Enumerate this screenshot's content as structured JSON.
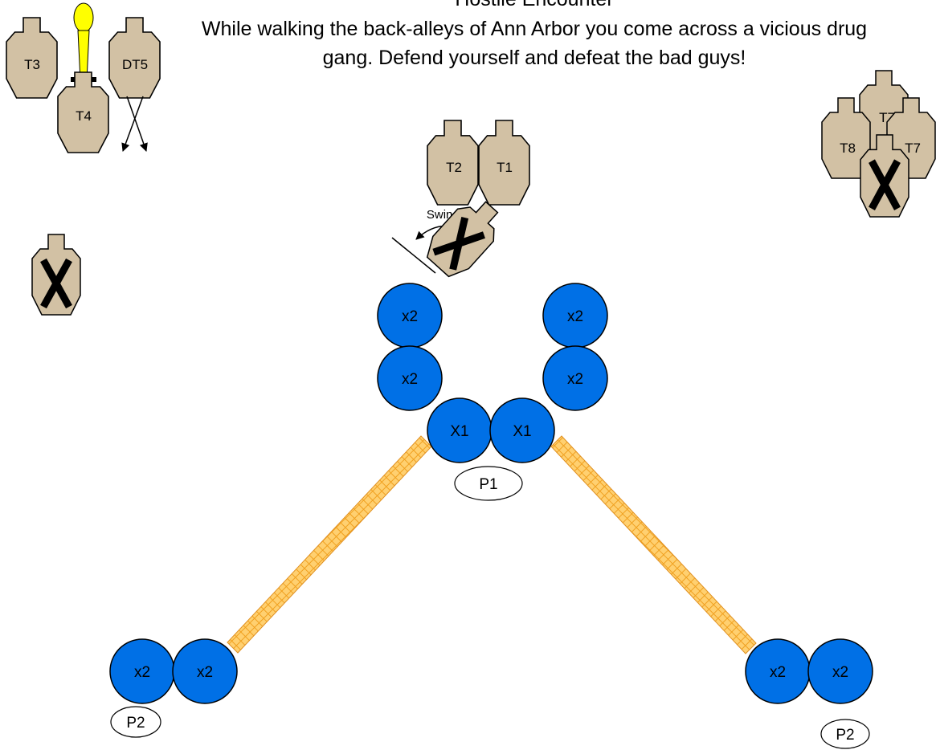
{
  "stage": {
    "title": "Hostile Encounter",
    "description": "While walking the back-alleys of Ann Arbor you come across a vicious drug gang. Defend yourself and defeat the bad guys!"
  },
  "colors": {
    "target_fill": "#d2c1a4",
    "target_stroke": "#000000",
    "barrel_fill": "#0070e6",
    "fault_line_fill": "#ffd070",
    "fault_line_hatch": "#f0a020",
    "popper_fill": "#ffff00"
  },
  "targets": {
    "t1": "T1",
    "t2": "T2",
    "t3": "T3",
    "t4": "T4",
    "dt5": "DT5",
    "t7_back": "T7",
    "t7_right": "T7",
    "t8": "T8"
  },
  "swinger_label": "Swinger",
  "barrels": {
    "left_top": "x2",
    "left_mid": "x2",
    "right_top": "x2",
    "right_mid": "x2",
    "center_left": "X1",
    "center_right": "X1",
    "bottom_left_a": "x2",
    "bottom_left_b": "x2",
    "bottom_right_a": "x2",
    "bottom_right_b": "x2"
  },
  "positions": {
    "p1": "P1",
    "p2_left": "P2",
    "p2_right": "P2"
  }
}
